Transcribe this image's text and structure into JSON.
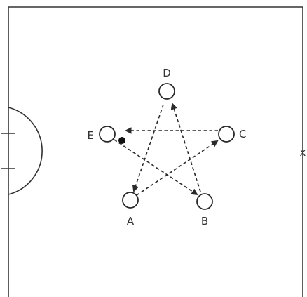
{
  "players": [
    {
      "id": "A",
      "label": "A"
    },
    {
      "id": "B",
      "label": "B"
    },
    {
      "id": "C",
      "label": "C"
    },
    {
      "id": "D",
      "label": "D"
    },
    {
      "id": "E",
      "label": "E"
    }
  ],
  "passes": [
    {
      "from": "C",
      "to": "E"
    },
    {
      "from": "E",
      "to": "B"
    },
    {
      "from": "B",
      "to": "D"
    },
    {
      "from": "D",
      "to": "A"
    },
    {
      "from": "A",
      "to": "C"
    }
  ],
  "ball_holder": "E",
  "markers": {
    "right_marker": "x"
  }
}
